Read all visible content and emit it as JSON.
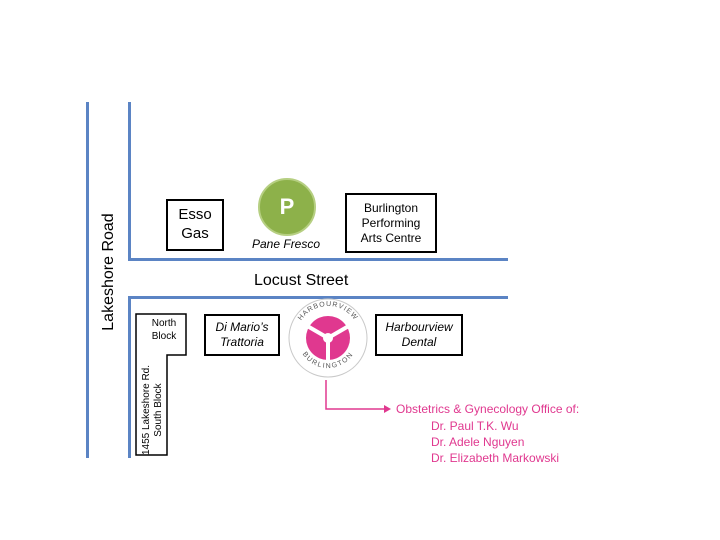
{
  "streets": {
    "lakeshore_road": "Lakeshore Road",
    "locust_street": "Locust Street"
  },
  "landmarks": {
    "esso": [
      "Esso",
      "Gas"
    ],
    "parking_symbol": "P",
    "pane_fresco": "Pane Fresco",
    "performing_arts": [
      "Burlington",
      "Performing",
      "Arts Centre"
    ],
    "north_block": [
      "North",
      "Block"
    ],
    "south_block": [
      "1455 Lakeshore Rd.",
      "South Block"
    ],
    "di_marios": [
      "Di Mario’s",
      "Trattoria"
    ],
    "harbourview_dental": [
      "Harbourview",
      "Dental"
    ]
  },
  "logo": {
    "top_text": "HARBOURVIEW",
    "bottom_text": "BURLINGTON",
    "color": "#e0388f"
  },
  "colors": {
    "road": "#5b84c4",
    "parking": "#8db14a",
    "accent": "#e0388f"
  },
  "office": {
    "heading": "Obstetrics & Gynecology Office of:",
    "doctors": [
      "Dr. Paul T.K. Wu",
      "Dr. Adele Nguyen",
      "Dr. Elizabeth Markowski"
    ]
  }
}
